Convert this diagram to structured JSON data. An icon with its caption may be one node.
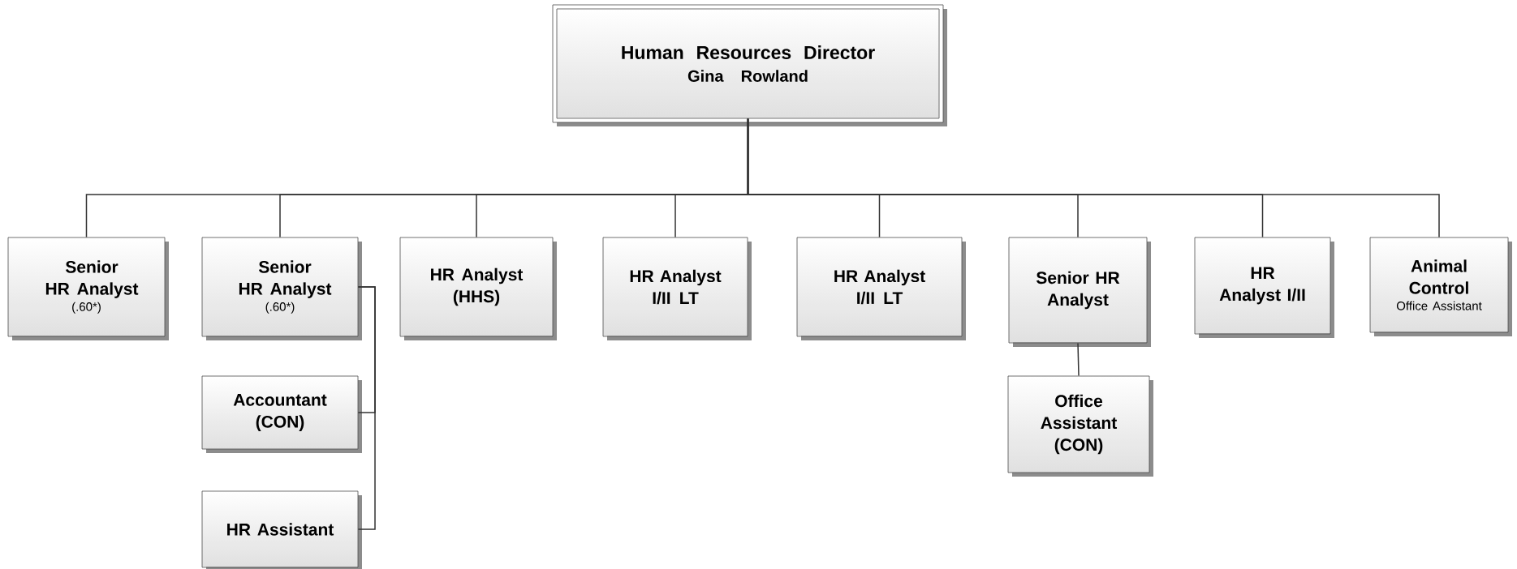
{
  "diagram": {
    "nodes": [
      {
        "text": [
          "Human Resources Director",
          "Gina Rowland"
        ]
      },
      {
        "text": [
          "Senior HR Analyst",
          "(.60*)"
        ]
      },
      {
        "text": [
          "Senior HR Analyst",
          "(.60*)"
        ]
      },
      {
        "text": [
          "HR Analyst (HHS)"
        ]
      },
      {
        "text": [
          "HR Analyst I/II LT"
        ]
      },
      {
        "text": [
          "HR Analyst I/II LT"
        ]
      },
      {
        "text": [
          "Senior HR Analyst"
        ]
      },
      {
        "text": [
          "HR Analyst I/II"
        ]
      },
      {
        "text": [
          "Animal Control",
          "Office Assistant"
        ]
      },
      {
        "text": [
          "Accountant (CON)"
        ]
      },
      {
        "text": [
          "Office Assistant (CON)"
        ]
      },
      {
        "text": [
          "HR Assistant"
        ]
      }
    ],
    "edges": [
      {
        "from": 0,
        "to": 1,
        "arrow": "none"
      },
      {
        "from": 0,
        "to": 2,
        "arrow": "none"
      },
      {
        "from": 0,
        "to": 3,
        "arrow": "none"
      },
      {
        "from": 0,
        "to": 4,
        "arrow": "none"
      },
      {
        "from": 0,
        "to": 5,
        "arrow": "none"
      },
      {
        "from": 0,
        "to": 6,
        "arrow": "none"
      },
      {
        "from": 0,
        "to": 7,
        "arrow": "none"
      },
      {
        "from": 0,
        "to": 8,
        "arrow": "none"
      },
      {
        "from": 2,
        "to": 9,
        "arrow": "none"
      },
      {
        "from": 2,
        "to": 11,
        "arrow": "none"
      },
      {
        "from": 6,
        "to": 10,
        "arrow": "none"
      }
    ]
  }
}
